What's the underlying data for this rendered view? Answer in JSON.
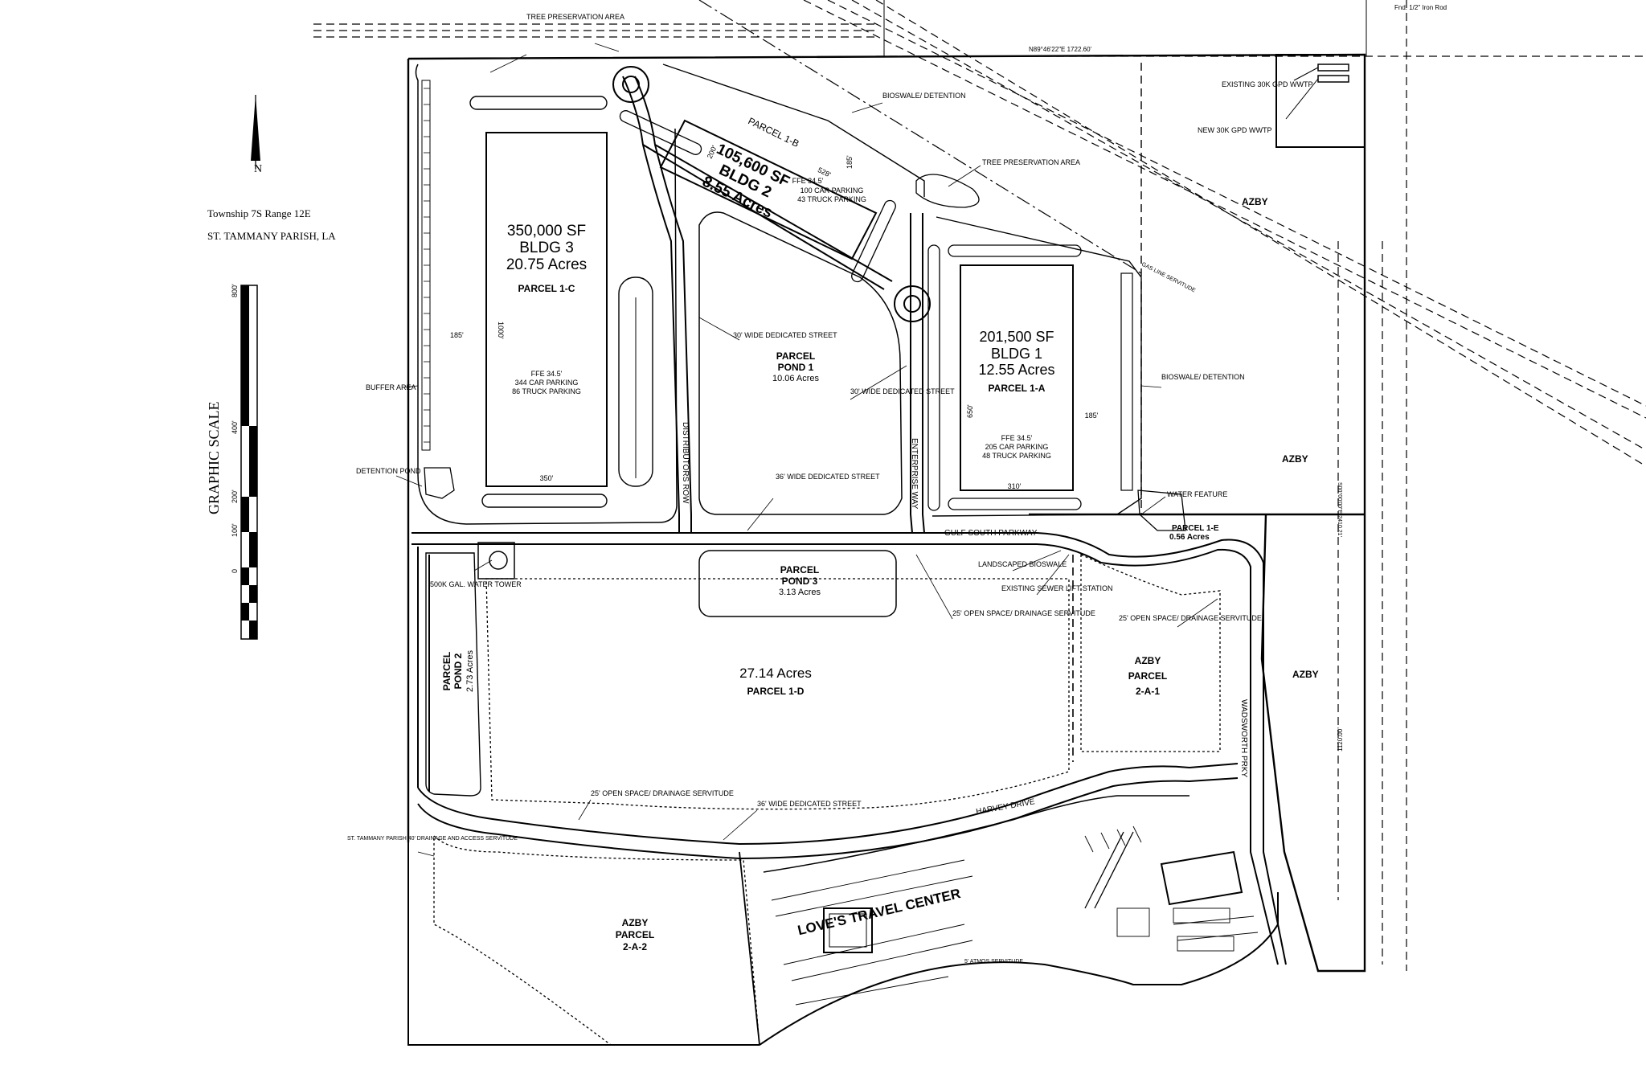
{
  "legend": {
    "township": "Township 7S Range 12E",
    "parish": "ST. TAMMANY PARISH, LA",
    "graphic_scale_label": "GRAPHIC SCALE",
    "scale_ticks": [
      "800'",
      "400'",
      "200'",
      "100'",
      "0"
    ]
  },
  "top": {
    "bearing": "N89°46'22\"E 1722.60'",
    "iron_rod": "Fnd. 1/2\" Iron Rod",
    "tree_preservation_top": "TREE PRESERVATION AREA",
    "existing_wwtp": "EXISTING 30K GPD WWTP",
    "new_wwtp": "NEW 30K GPD WWTP"
  },
  "bldg2": {
    "parcel": "PARCEL 1-B",
    "sf": "105,600 SF",
    "bldg": "BLDG 2",
    "acres": "8.55 Acres",
    "ffe": "FFE 34.5'",
    "car": "100 CAR PARKING",
    "truck": "43 TRUCK PARKING",
    "dim_528": "528'",
    "dim_200": "200'",
    "dim_185": "185'"
  },
  "bldg3": {
    "sf": "350,000 SF",
    "bldg": "BLDG 3",
    "acres": "20.75 Acres",
    "parcel": "PARCEL 1-C",
    "ffe": "FFE 34.5'",
    "car": "344 CAR PARKING",
    "truck": "86 TRUCK PARKING",
    "dim_1000": "1000'",
    "dim_350": "350'",
    "dim_185": "185'"
  },
  "bldg1": {
    "sf": "201,500 SF",
    "bldg": "BLDG 1",
    "acres": "12.55 Acres",
    "parcel": "PARCEL 1-A",
    "ffe": "FFE 34.5'",
    "car": "205 CAR PARKING",
    "truck": "48 TRUCK PARKING",
    "dim_650": "650'",
    "dim_310": "310'",
    "dim_185": "185'"
  },
  "labels": {
    "bioswale_top": "BIOSWALE/ DETENTION",
    "tree_pres_right": "TREE PRESERVATION AREA",
    "azby_top_right": "AZBY",
    "gas_line": "GAS LINE SERVITUDE",
    "bioswale_right": "BIOSWALE/ DETENTION",
    "azby_mid_right": "AZBY",
    "water_feature": "WATER FEATURE",
    "parcel_1e": "PARCEL 1-E",
    "parcel_1e_acres": "0.56 Acres",
    "buffer_area": "BUFFER AREA",
    "detention_pond": "DETENTION POND",
    "street_30_left": "30' WIDE DEDICATED STREET",
    "street_30_right": "30' WIDE DEDICATED STREET",
    "street_36_mid": "36' WIDE DEDICATED STREET",
    "street_36_bottom": "36' WIDE DEDICATED STREET",
    "distributors_row": "DISTRIBUTORS ROW",
    "enterprise_way": "ENTERPRISE WAY",
    "gulf_south": "GULF SOUTH PARKWAY",
    "wadsworth": "WADSWORTH PRKY",
    "harvey": "HARVEY DRIVE",
    "landscaped_bioswale": "LANDSCAPED BIOSWALE",
    "sewer_lift": "EXISTING SEWER LIFT STATION",
    "open_space_mid": "25' OPEN SPACE/ DRAINAGE SERVITUDE",
    "open_space_right": "25' OPEN SPACE/ DRAINAGE SERVITUDE",
    "open_space_bottom": "25' OPEN SPACE/ DRAINAGE SERVITUDE",
    "water_tower": "500K GAL. WATER TOWER",
    "stp_drainage": "ST. TAMMANY PARISH 40' DRAINAGE AND ACCESS SERVITUDE",
    "atmos": "5' ATMOS SERVITUDE",
    "azby_far_right": "AZBY",
    "right_dim": "1120.00'",
    "right_bearing": "S00°00'00\"E 2410.21'"
  },
  "pond1": {
    "parcel": "PARCEL",
    "name": "POND 1",
    "acres": "10.06 Acres"
  },
  "pond3": {
    "parcel": "PARCEL",
    "name": "POND 3",
    "acres": "3.13 Acres"
  },
  "pond2": {
    "parcel": "PARCEL",
    "name": "POND 2",
    "acres": "2.73 Acres"
  },
  "parcel1d": {
    "acres": "27.14 Acres",
    "parcel": "PARCEL 1-D"
  },
  "azby2a1": {
    "azby": "AZBY",
    "parcel": "PARCEL",
    "id": "2-A-1"
  },
  "azby2a2": {
    "azby": "AZBY",
    "parcel": "PARCEL",
    "id": "2-A-2"
  },
  "loves": {
    "title": "LOVE'S TRAVEL CENTER"
  }
}
